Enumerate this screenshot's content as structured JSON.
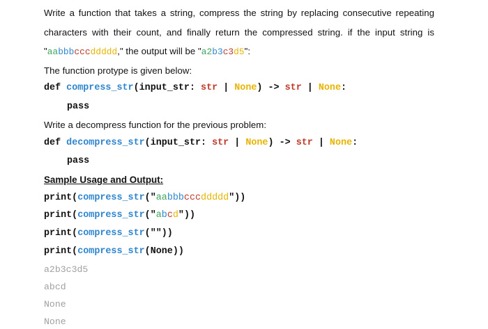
{
  "intro": {
    "line1": "Write a function that takes a string, compress the string by replacing consecutive repeating",
    "line2": "characters with their count, and finally return the compressed string. if the input string is",
    "line3_open": "\"",
    "line3_input": "aabbbcccddddd",
    "line3_mid": ",\" the output will be \"",
    "line3_output": "a2b3c3d5",
    "line3_close": "\":"
  },
  "prototype_intro": "The function protype is given below:",
  "compress_sig": {
    "def": "def ",
    "name": "compress_str",
    "open": "(",
    "param": "input_str",
    "colon": ": ",
    "t1": "str",
    "bar1": " | ",
    "none1": "None",
    "close": ")",
    "arrow": " -> ",
    "t2": "str",
    "bar2": " | ",
    "none2": "None",
    "end": ":"
  },
  "pass_kw": "pass",
  "decompress_intro": "Write a decompress function for the previous problem:",
  "decompress_sig": {
    "def": "def ",
    "name": "decompress_str",
    "open": "(",
    "param": "input_str",
    "colon": ": ",
    "t1": "str",
    "bar1": " | ",
    "none1": "None",
    "close": ")",
    "arrow": " -> ",
    "t2": "str",
    "bar2": " | ",
    "none2": "None",
    "end": ":"
  },
  "sample_heading": "Sample Usage and Output:",
  "usage": [
    {
      "print": "print(",
      "fn": "compress_str",
      "open": "(\"",
      "arg": "aabbbcccddddd",
      "close": "\"))"
    },
    {
      "print": "print(",
      "fn": "compress_str",
      "open": "(\"",
      "arg": "abcd",
      "close": "\"))"
    },
    {
      "print": "print(",
      "fn": "compress_str",
      "open": "(\"",
      "arg": "",
      "close": "\"))"
    },
    {
      "print": "print(",
      "fn": "compress_str",
      "open": "(",
      "arg": "None",
      "close": "))"
    }
  ],
  "outputs": [
    "a2b3c3d5",
    "abcd",
    "None",
    "None"
  ],
  "colors": {
    "function_name": "#2f86cf",
    "type": "#c0392b",
    "none": "#e8b400",
    "output": "#a0a0a0"
  }
}
